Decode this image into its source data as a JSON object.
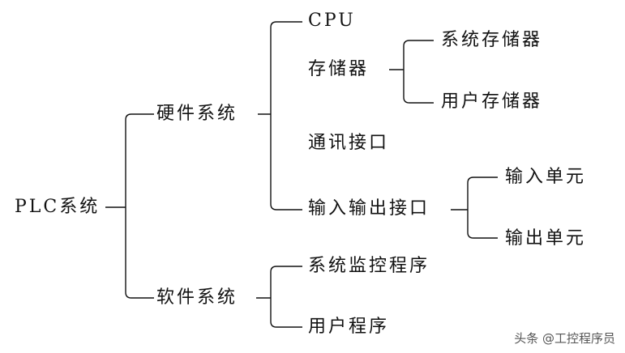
{
  "tree": {
    "root": "PLC系统",
    "hardware": "硬件系统",
    "software": "软件系统",
    "cpu": "CPU",
    "memory": "存储器",
    "system_memory": "系统存储器",
    "user_memory": "用户存储器",
    "comm_interface": "通讯接口",
    "io_interface": "输入输出接口",
    "input_unit": "输入单元",
    "output_unit": "输出单元",
    "system_monitor": "系统监控程序",
    "user_program": "用户程序"
  },
  "watermark": "头条 @工控程序员"
}
